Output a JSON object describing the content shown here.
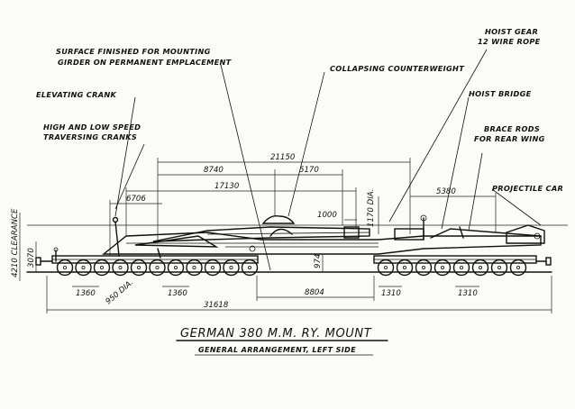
{
  "drawing": {
    "title": "GERMAN 380 M.M. RY. MOUNT",
    "subtitle": "GENERAL ARRANGEMENT, LEFT SIDE"
  },
  "callouts": {
    "surface": [
      "SURFACE FINISHED FOR MOUNTING",
      "GIRDER ON PERMANENT EMPLACEMENT"
    ],
    "elevating_crank": "ELEVATING CRANK",
    "traversing": [
      "HIGH AND LOW SPEED",
      "TRAVERSING CRANKS"
    ],
    "counterweight": "COLLAPSING COUNTERWEIGHT",
    "hoist_gear": [
      "HOIST GEAR",
      "12 WIRE ROPE"
    ],
    "hoist_bridge": "HOIST BRIDGE",
    "brace_rods": [
      "BRACE RODS",
      "FOR REAR WING"
    ],
    "projectile_car": "PROJECTILE CAR"
  },
  "dimensions": {
    "d21150": "21150",
    "d8740": "8740",
    "d5170": "5170",
    "d17130": "17130",
    "d6706": "6706",
    "d1000": "1000",
    "d1170dia": "1170 DIA.",
    "d5380": "5380",
    "clearance": "4210 CLEARANCE",
    "d3070": "3070",
    "d974": "974",
    "d1360a": "1360",
    "d950dia": "950 DIA.",
    "d1360b": "1360",
    "d31618": "31618",
    "d8804": "8804",
    "d1310a": "1310",
    "d1310b": "1310"
  }
}
